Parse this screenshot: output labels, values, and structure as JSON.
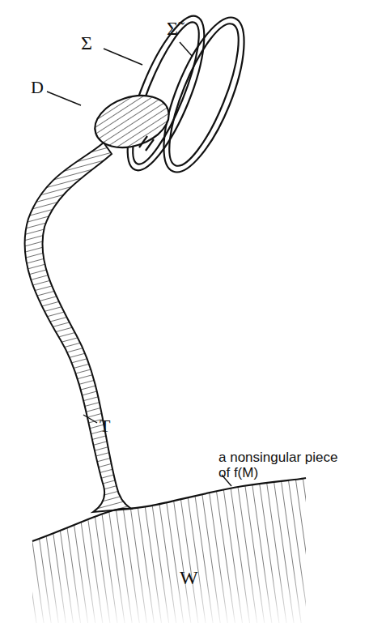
{
  "diagram": {
    "labels": [
      "Σ",
      "Σ̃",
      "D",
      "T",
      "a nonsingular piece of f(M)",
      "W"
    ]
  }
}
